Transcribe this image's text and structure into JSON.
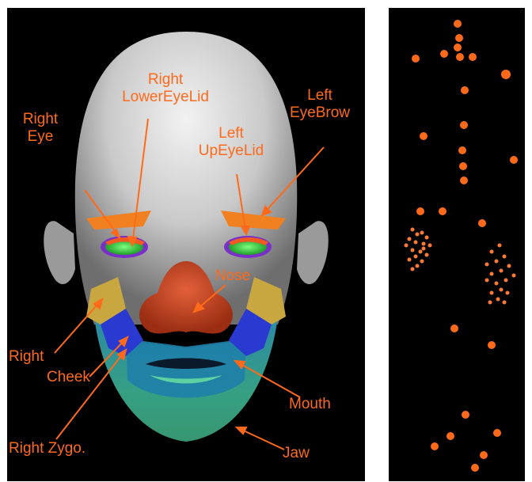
{
  "labels": {
    "right_lower_eyelid_1": "Right",
    "right_lower_eyelid_2": "LowerEyeLid",
    "left_eyebrow_1": "Left",
    "left_eyebrow_2": "EyeBrow",
    "right_eye_1": "Right",
    "right_eye_2": "Eye",
    "left_up_eyelid_1": "Left",
    "left_up_eyelid_2": "UpEyeLid",
    "nose": "Nose",
    "right_cheek_1": "Right",
    "right_cheek_2": "Cheek",
    "mouth": "Mouth",
    "right_zygo": "Right Zygo.",
    "jaw": "Jaw"
  },
  "colors": {
    "label": "#ff6a1a",
    "background": "#000000",
    "marker": "#ff6a1a"
  }
}
